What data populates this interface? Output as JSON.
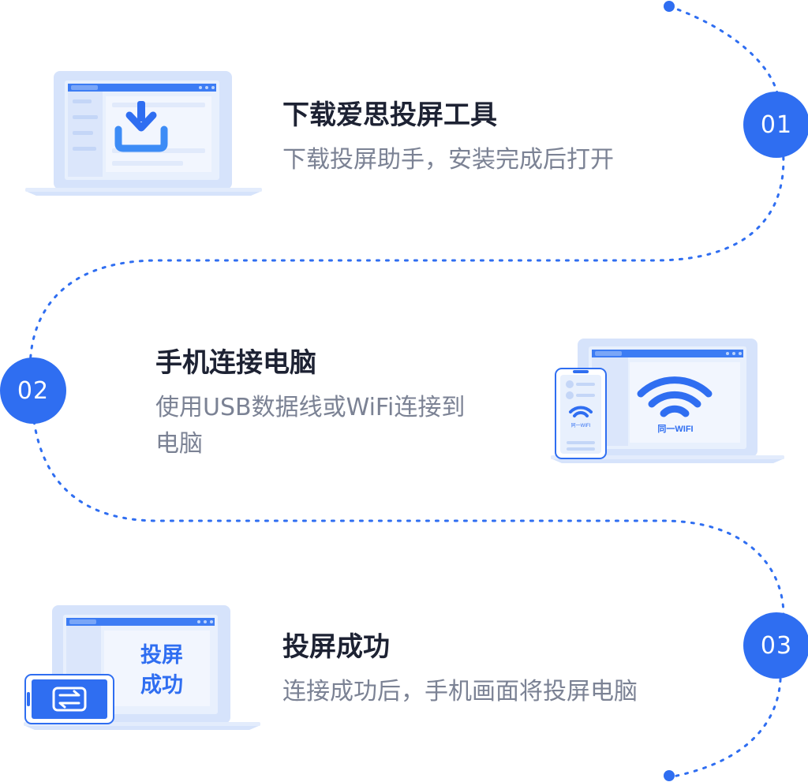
{
  "steps": [
    {
      "number": "01",
      "title": "下载爱思投屏工具",
      "description": "下载投屏助手，安装完成后打开"
    },
    {
      "number": "02",
      "title": "手机连接电脑",
      "description_line1": "使用USB数据线或WiFi连接到",
      "description_line2": "电脑"
    },
    {
      "number": "03",
      "title": "投屏成功",
      "description": "连接成功后，手机画面将投屏电脑"
    }
  ],
  "illustrations": {
    "wifi_big_label": "同一WIFI",
    "wifi_small_label": "同一WIFI",
    "success_line1": "投屏",
    "success_line2": "成功"
  },
  "colors": {
    "accent": "#2f6ef1",
    "title": "#1d2233",
    "description": "#7b8294",
    "device_frame": "#d6e3fb",
    "device_screen": "#e8f0fd"
  }
}
